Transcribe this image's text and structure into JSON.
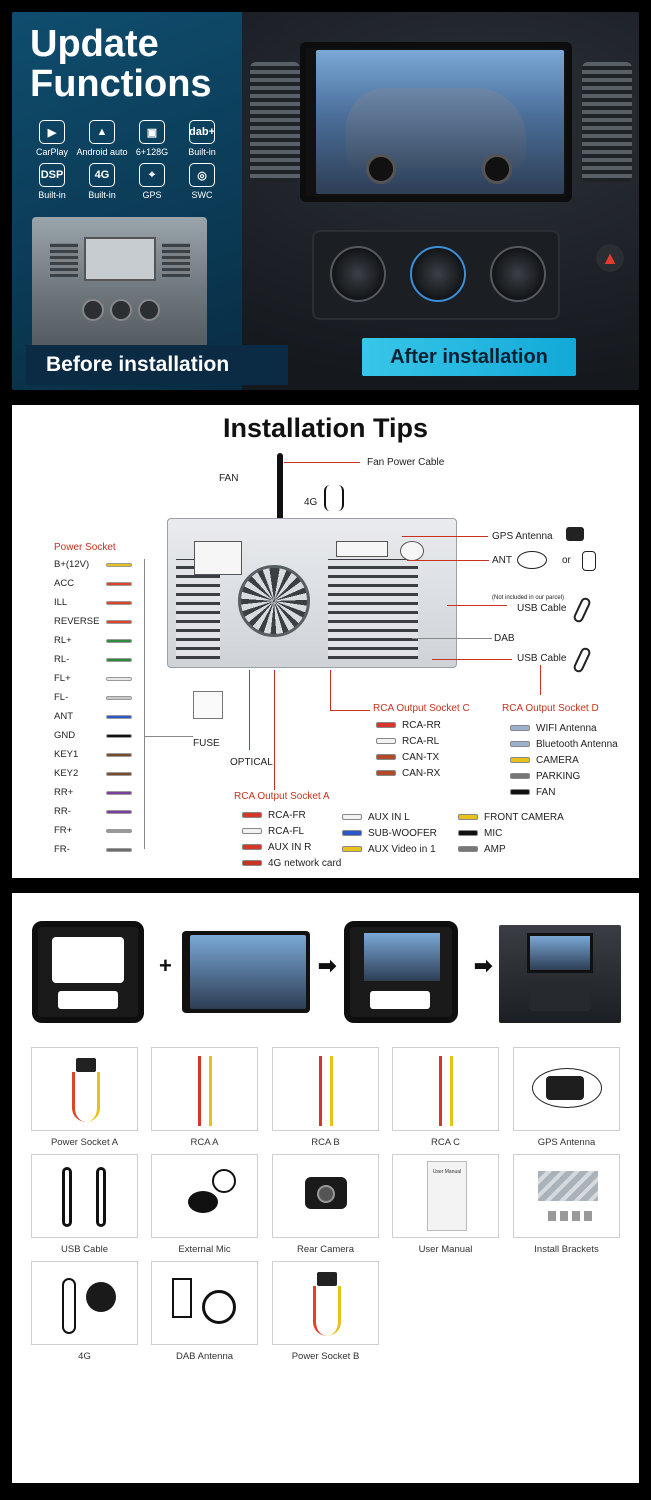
{
  "panel1": {
    "title_line1": "Update",
    "title_line2": "Functions",
    "features": [
      {
        "icon": "carplay-icon",
        "glyph": "▶",
        "label": "CarPlay"
      },
      {
        "icon": "android-auto-icon",
        "glyph": "▲",
        "label": "Android auto"
      },
      {
        "icon": "chip-icon",
        "glyph": "▣",
        "label": "6+128G"
      },
      {
        "icon": "dab-icon",
        "glyph": "dab+",
        "label": "Built-in"
      },
      {
        "icon": "dsp-icon",
        "glyph": "DSP",
        "label": "Built-in"
      },
      {
        "icon": "4g-icon",
        "glyph": "4G",
        "label": "Built-in"
      },
      {
        "icon": "gps-icon",
        "glyph": "⌖",
        "label": "GPS"
      },
      {
        "icon": "steering-wheel-icon",
        "glyph": "◎",
        "label": "SWC"
      }
    ],
    "before_label": "Before installation",
    "after_label": "After installation"
  },
  "panel2": {
    "title": "Installation Tips",
    "fan_power_cable": "Fan Power Cable",
    "fan": "FAN",
    "fourg": "4G",
    "gps_antenna": "GPS Antenna",
    "ant": "ANT",
    "or": "or",
    "not_included": "(Not included in our parcel)",
    "usb_cable_1": "USB Cable",
    "dab": "DAB",
    "usb_cable_2": "USB Cable",
    "power_socket": "Power Socket",
    "fuse": "FUSE",
    "optical": "OPTICAL",
    "wires": [
      {
        "name": "B+(12V)",
        "color": "#e8c21a"
      },
      {
        "name": "ACC",
        "color": "#e0422a"
      },
      {
        "name": "ILL",
        "color": "#e0422a"
      },
      {
        "name": "REVERSE",
        "color": "#e0422a"
      },
      {
        "name": "RL+",
        "color": "#2f8a3b"
      },
      {
        "name": "RL-",
        "color": "#2f8a3b"
      },
      {
        "name": "FL+",
        "color": "#e8e8e8"
      },
      {
        "name": "FL-",
        "color": "#c9c9c9"
      },
      {
        "name": "ANT",
        "color": "#2a58c8"
      },
      {
        "name": "GND",
        "color": "#111111"
      },
      {
        "name": "KEY1",
        "color": "#7a4a2a"
      },
      {
        "name": "KEY2",
        "color": "#7a4a2a"
      },
      {
        "name": "RR+",
        "color": "#7b3fa0"
      },
      {
        "name": "RR-",
        "color": "#7b3fa0"
      },
      {
        "name": "FR+",
        "color": "#9a9a9a"
      },
      {
        "name": "FR-",
        "color": "#6d6d6d"
      }
    ],
    "rca_c_title": "RCA Output Socket C",
    "rca_c": [
      {
        "name": "RCA-RR",
        "color": "#d8352a"
      },
      {
        "name": "RCA-RL",
        "color": "#f2f2f2"
      },
      {
        "name": "CAN-TX",
        "color": "#b24a2a"
      },
      {
        "name": "CAN-RX",
        "color": "#b24a2a"
      }
    ],
    "rca_d_title": "RCA Output Socket D",
    "rca_d": [
      {
        "name": "WIFI Antenna",
        "color": "#9bb2cc"
      },
      {
        "name": "Bluetooth Antenna",
        "color": "#9bb2cc"
      },
      {
        "name": "CAMERA",
        "color": "#e8c21a"
      },
      {
        "name": "PARKING",
        "color": "#777777"
      },
      {
        "name": "FAN",
        "color": "#111111"
      }
    ],
    "rca_a_title": "RCA Output Socket A",
    "rca_a": [
      {
        "name": "RCA-FR",
        "color": "#d8352a"
      },
      {
        "name": "RCA-FL",
        "color": "#f2f2f2"
      },
      {
        "name": "AUX IN R",
        "color": "#d8352a"
      },
      {
        "name": "4G network card",
        "color": "#c8321e"
      }
    ],
    "rca_b": [
      {
        "name": "AUX IN L",
        "color": "#f2f2f2"
      },
      {
        "name": "SUB-WOOFER",
        "color": "#2a58c8"
      },
      {
        "name": "AUX Video in 1",
        "color": "#e8c21a"
      }
    ],
    "rca_e": [
      {
        "name": "FRONT CAMERA",
        "color": "#e8c21a"
      },
      {
        "name": "MIC",
        "color": "#111111"
      },
      {
        "name": "AMP",
        "color": "#777777"
      }
    ]
  },
  "panel3": {
    "items": [
      {
        "label": "Power Socket A",
        "icon": "power-socket-icon"
      },
      {
        "label": "RCA  A",
        "icon": "rca-cable-icon"
      },
      {
        "label": "RCA  B",
        "icon": "rca-cable-icon"
      },
      {
        "label": "RCA  C",
        "icon": "rca-cable-icon"
      },
      {
        "label": "GPS Antenna",
        "icon": "gps-antenna-icon"
      },
      {
        "label": "USB Cable",
        "icon": "usb-cable-icon"
      },
      {
        "label": "External Mic",
        "icon": "microphone-icon"
      },
      {
        "label": "Rear Camera",
        "icon": "camera-icon"
      },
      {
        "label": "User Manual",
        "icon": "manual-icon"
      },
      {
        "label": "Install Brackets",
        "icon": "bracket-icon"
      },
      {
        "label": "4G",
        "icon": "4g-antenna-icon"
      },
      {
        "label": "DAB Antenna",
        "icon": "dab-antenna-icon"
      },
      {
        "label": "Power Socket B",
        "icon": "power-socket-icon"
      }
    ],
    "manual_title": "User Manual"
  }
}
